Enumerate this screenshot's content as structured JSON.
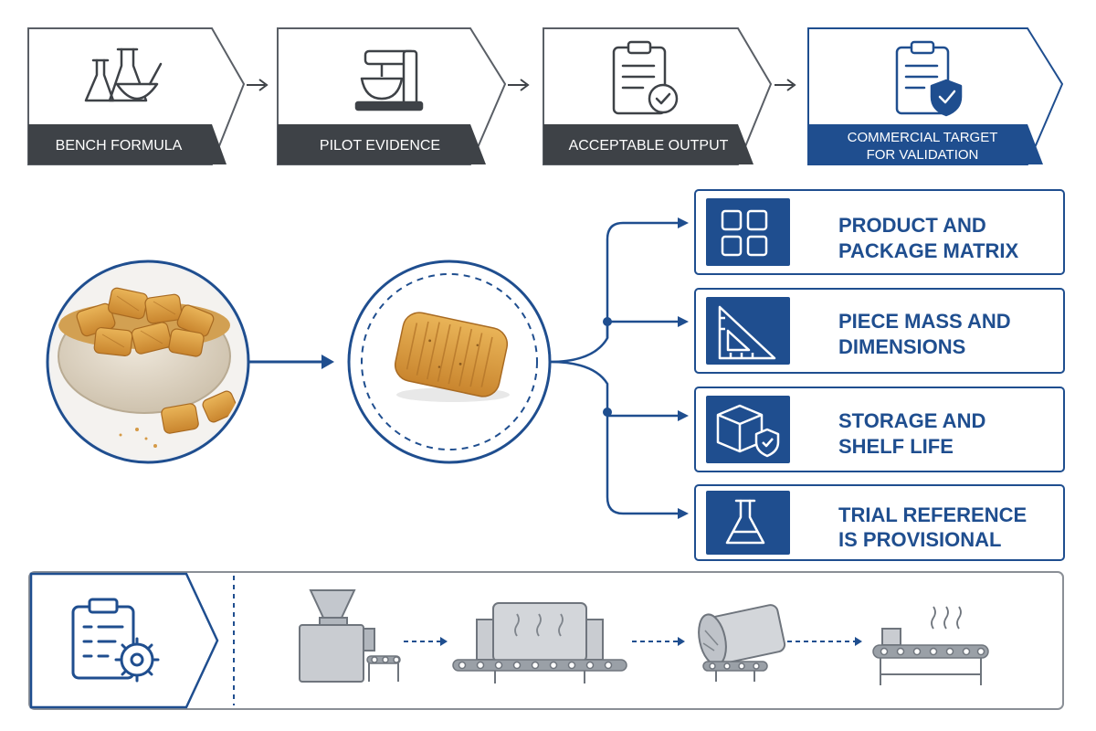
{
  "colors": {
    "navy": "#1f4e8f",
    "dark_gray": "#3e4247",
    "outline_gray": "#5a5f66",
    "machine_gray": "#a9aeb5",
    "light_bg": "#f3f5f8"
  },
  "steps": [
    {
      "label_lines": [
        "BENCH FORMULA"
      ],
      "icon": "lab-glassware-icon"
    },
    {
      "label_lines": [
        "PILOT EVIDENCE"
      ],
      "icon": "stand-mixer-icon"
    },
    {
      "label_lines": [
        "ACCEPTABLE OUTPUT"
      ],
      "icon": "clipboard-check-icon"
    },
    {
      "label_lines": [
        "COMMERCIAL TARGET",
        "FOR VALIDATION"
      ],
      "icon": "clipboard-shield-icon"
    }
  ],
  "targets": [
    {
      "label_lines": [
        "PRODUCT AND",
        "PACKAGE MATRIX"
      ],
      "icon": "grid-icon"
    },
    {
      "label_lines": [
        "PIECE MASS AND",
        "DIMENSIONS"
      ],
      "icon": "set-square-icon"
    },
    {
      "label_lines": [
        "STORAGE AND",
        "SHELF LIFE"
      ],
      "icon": "box-shield-icon"
    },
    {
      "label_lines": [
        "TRIAL REFERENCE",
        "IS PROVISIONAL"
      ],
      "icon": "flask-icon"
    }
  ],
  "images": {
    "bowl": "snack-bowl-image",
    "piece": "single-pillow-snack-image"
  },
  "process": {
    "header_icon": "clipboard-gear-icon",
    "machines": [
      "extruder-icon",
      "oven-icon",
      "tumbler-drum-icon",
      "cooling-conveyor-icon"
    ]
  }
}
